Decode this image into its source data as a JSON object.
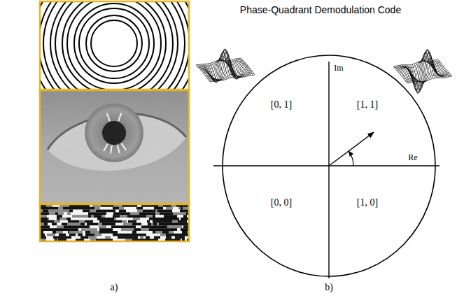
{
  "diagram": {
    "title": "Phase-Quadrant Demodulation Code",
    "labels": [
      "a)",
      "b)",
      "Im",
      "Re",
      "[0, 1]",
      "[1, 1]",
      "[0, 0]",
      "[1, 0]"
    ]
  }
}
